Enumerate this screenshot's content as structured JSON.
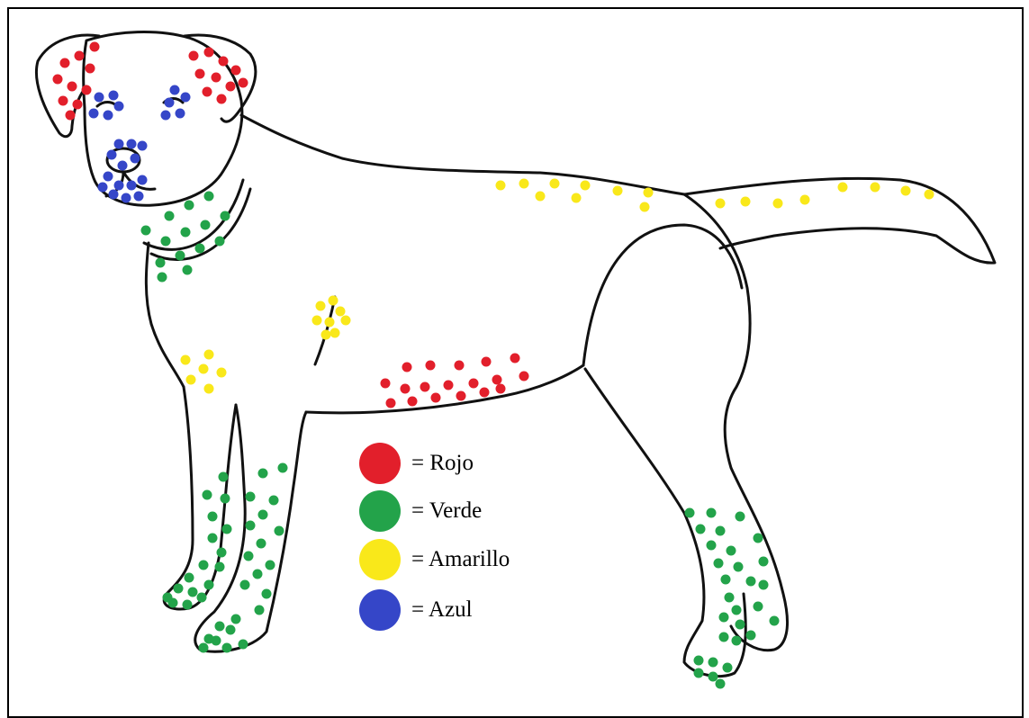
{
  "legend": {
    "items": [
      {
        "key": "red",
        "label": "= Rojo",
        "color": "#e21f2b"
      },
      {
        "key": "green",
        "label": "= Verde",
        "color": "#23a34a"
      },
      {
        "key": "yellow",
        "label": "= Amarillo",
        "color": "#f9e81a"
      },
      {
        "key": "blue",
        "label": "= Azul",
        "color": "#3546c8"
      }
    ]
  },
  "figure": {
    "subject": "dog-outline-icon",
    "dot_groups": [
      {
        "region": "left-ear",
        "color_key": "red"
      },
      {
        "region": "right-ear",
        "color_key": "red"
      },
      {
        "region": "left-eye",
        "color_key": "blue"
      },
      {
        "region": "right-eye",
        "color_key": "blue"
      },
      {
        "region": "muzzle",
        "color_key": "blue"
      },
      {
        "region": "neck",
        "color_key": "green"
      },
      {
        "region": "back",
        "color_key": "yellow"
      },
      {
        "region": "tail",
        "color_key": "yellow"
      },
      {
        "region": "elbow",
        "color_key": "yellow"
      },
      {
        "region": "shoulder",
        "color_key": "yellow"
      },
      {
        "region": "belly",
        "color_key": "red"
      },
      {
        "region": "front-left-leg",
        "color_key": "green"
      },
      {
        "region": "front-right-leg",
        "color_key": "green"
      },
      {
        "region": "hind-leg",
        "color_key": "green"
      }
    ]
  }
}
